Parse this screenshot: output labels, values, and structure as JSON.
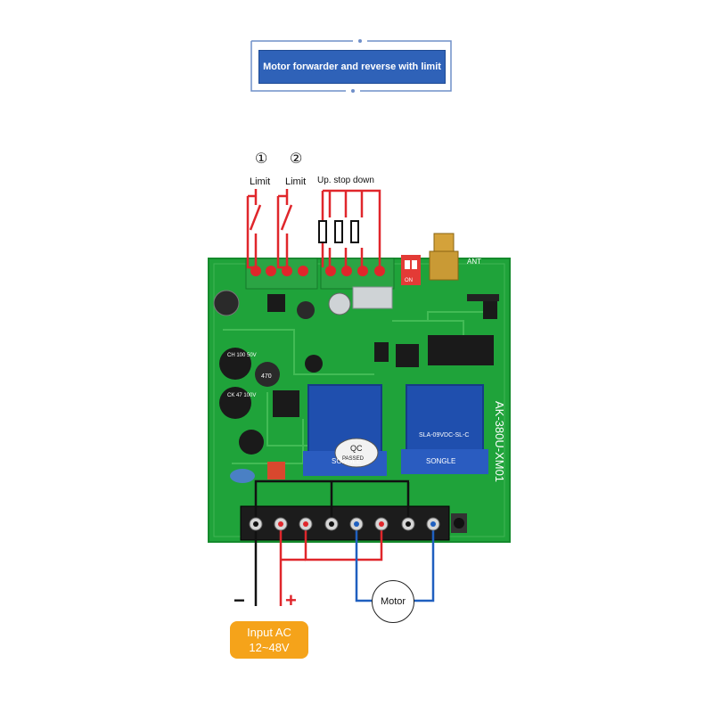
{
  "title": "Motor forwarder and reverse with limit",
  "labels": {
    "limit1_num": "①",
    "limit2_num": "②",
    "limit1": "Limit",
    "limit2": "Limit",
    "buttons": "Up. stop down",
    "minus": "−",
    "plus": "+",
    "motor": "Motor",
    "input_line1": "Input AC",
    "input_line2": "12~48V"
  },
  "board_text": {
    "model": "AK-380U-XM01",
    "relay_brand": "SONGLE",
    "relay_model": "SLA-09VDC-SL-C",
    "qc": "QC",
    "passed": "PASSED",
    "cap1": "CH 100 50V",
    "cap2": "CK 47 100V",
    "ant": "ANT",
    "dip_on": "ON",
    "inductor": "470"
  },
  "colors": {
    "banner": "#2f62b8",
    "pcb": "#1fa33a",
    "wire_red": "#e0262b",
    "wire_blue": "#1f5fbf",
    "wire_black": "#111111",
    "badge": "#f5a31a",
    "relay": "#1f4fae"
  }
}
